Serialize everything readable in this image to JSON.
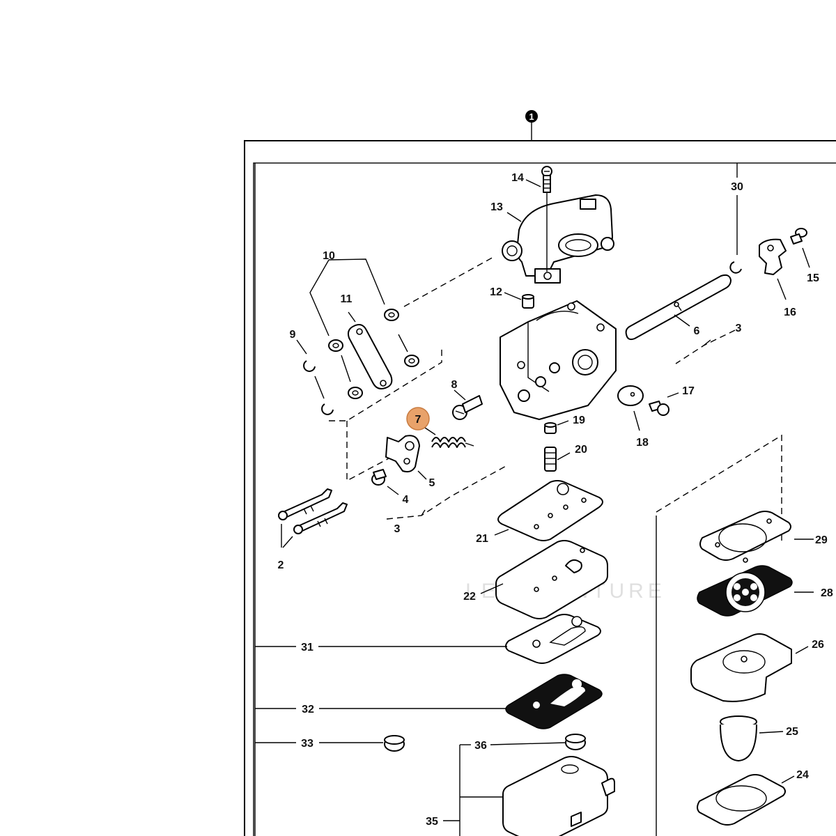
{
  "assembly_marker": "1",
  "highlighted_part": "7",
  "highlight_color": "#e8a26a",
  "watermark": "LEADVENTURE",
  "callouts": [
    {
      "id": "c2",
      "label": "2"
    },
    {
      "id": "c3a",
      "label": "3"
    },
    {
      "id": "c3b",
      "label": "3"
    },
    {
      "id": "c4",
      "label": "4"
    },
    {
      "id": "c5",
      "label": "5"
    },
    {
      "id": "c6",
      "label": "6"
    },
    {
      "id": "c7",
      "label": "7"
    },
    {
      "id": "c8",
      "label": "8"
    },
    {
      "id": "c9",
      "label": "9"
    },
    {
      "id": "c10",
      "label": "10"
    },
    {
      "id": "c11",
      "label": "11"
    },
    {
      "id": "c12",
      "label": "12"
    },
    {
      "id": "c13",
      "label": "13"
    },
    {
      "id": "c14",
      "label": "14"
    },
    {
      "id": "c15",
      "label": "15"
    },
    {
      "id": "c16",
      "label": "16"
    },
    {
      "id": "c17",
      "label": "17"
    },
    {
      "id": "c18",
      "label": "18"
    },
    {
      "id": "c19",
      "label": "19"
    },
    {
      "id": "c20",
      "label": "20"
    },
    {
      "id": "c21",
      "label": "21"
    },
    {
      "id": "c22",
      "label": "22"
    },
    {
      "id": "c24",
      "label": "24"
    },
    {
      "id": "c25",
      "label": "25"
    },
    {
      "id": "c26",
      "label": "26"
    },
    {
      "id": "c28",
      "label": "28"
    },
    {
      "id": "c29",
      "label": "29"
    },
    {
      "id": "c30",
      "label": "30"
    },
    {
      "id": "c31",
      "label": "31"
    },
    {
      "id": "c32",
      "label": "32"
    },
    {
      "id": "c33",
      "label": "33"
    },
    {
      "id": "c35",
      "label": "35"
    },
    {
      "id": "c36",
      "label": "36"
    }
  ]
}
